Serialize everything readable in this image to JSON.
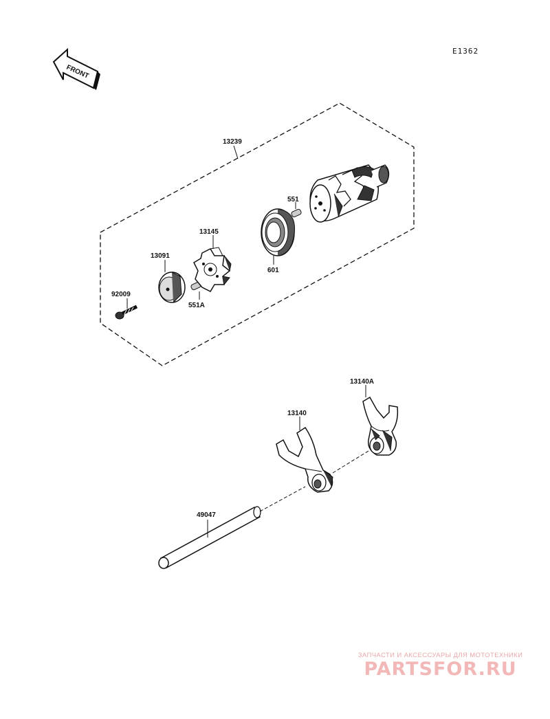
{
  "diagram_code": "E1362",
  "front_label": "FRONT",
  "parts": {
    "assembly": "13239",
    "screw": "92009",
    "cover_plate": "13091",
    "drum_cam": "13145",
    "pin_small": "551A",
    "pin": "551",
    "bearing": "601",
    "fork_left": "13140",
    "fork_right": "13140A",
    "fork_shaft": "49047"
  },
  "watermark": {
    "subtitle": "ЗАПЧАСТИ И АКСЕССУАРЫ ДЛЯ МОТОТЕХНИКИ",
    "brand": "PARTSFOR.RU"
  }
}
